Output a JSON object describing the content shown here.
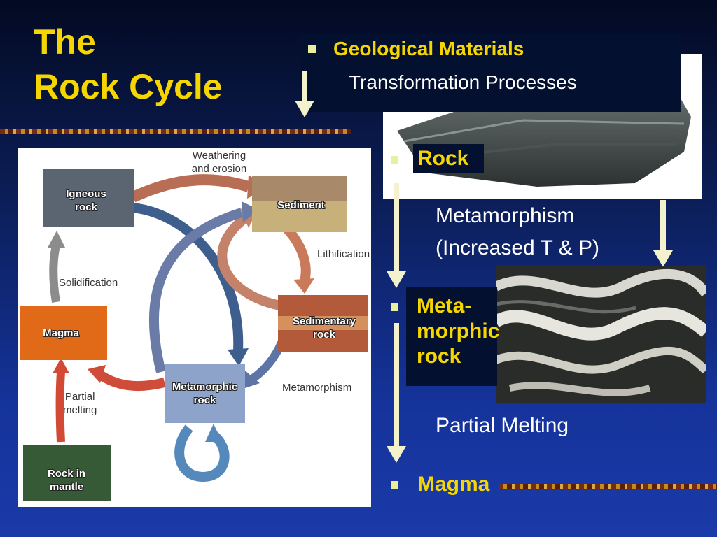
{
  "title": {
    "line1": "The",
    "line2": "Rock Cycle"
  },
  "header": {
    "materials": "Geological Materials",
    "processes": "Transformation Processes"
  },
  "steps": {
    "rock": "Rock",
    "metamorphism": "Metamorphism",
    "increased": "(Increased T & P)",
    "meta1": "Meta-",
    "meta2": "morphic",
    "meta3": "rock",
    "partial_melting": "Partial Melting",
    "magma": "Magma"
  },
  "diagram": {
    "igneous": "Igneous rock",
    "sediment": "Sediment",
    "sedimentary": "Sedimentary rock",
    "metamorphic": "Metamorphic rock",
    "magma": "Magma",
    "mantle": "Rock in mantle",
    "weathering1": "Weathering",
    "weathering2": "and erosion",
    "lithification": "Lithification",
    "solidification": "Solidification",
    "metamorphism": "Metamorphism",
    "partial1": "Partial",
    "partial2": "melting"
  },
  "colors": {
    "title": "#f6d600",
    "arrow": "#f4f2cc"
  }
}
